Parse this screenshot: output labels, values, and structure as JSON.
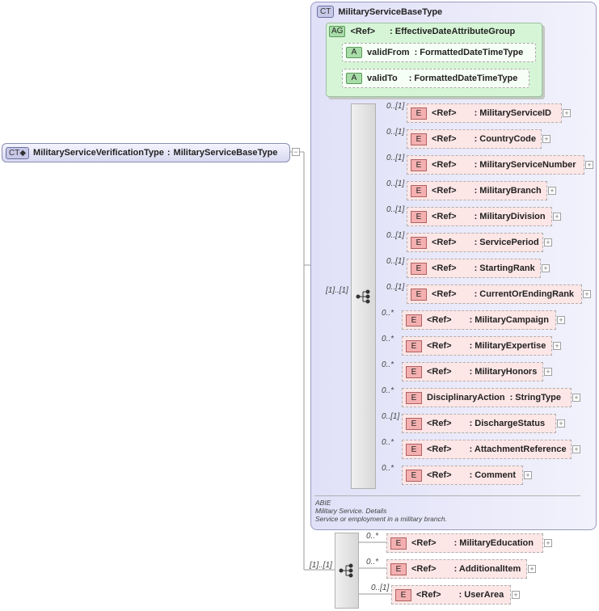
{
  "root": {
    "badge": "CT",
    "name": "MilitaryServiceVerificationType",
    "separator": ":",
    "base": "MilitaryServiceBaseType"
  },
  "base_type": {
    "badge": "CT",
    "name": "MilitaryServiceBaseType"
  },
  "attribute_group": {
    "badge": "AG",
    "ref": "<Ref>",
    "type": ": EffectiveDateAttributeGroup"
  },
  "attributes": [
    {
      "badge": "A",
      "name": "validFrom",
      "type": ": FormattedDateTimeType"
    },
    {
      "badge": "A",
      "name": "validTo",
      "type": ": FormattedDateTimeType"
    }
  ],
  "sequence1": {
    "cardinality": "[1]..[1]"
  },
  "elements1": [
    {
      "card": "0..[1]",
      "badge": "E",
      "ref": "<Ref>",
      "type": ": MilitaryServiceID"
    },
    {
      "card": "0..[1]",
      "badge": "E",
      "ref": "<Ref>",
      "type": ": CountryCode"
    },
    {
      "card": "0..[1]",
      "badge": "E",
      "ref": "<Ref>",
      "type": ": MilitaryServiceNumber"
    },
    {
      "card": "0..[1]",
      "badge": "E",
      "ref": "<Ref>",
      "type": ": MilitaryBranch"
    },
    {
      "card": "0..[1]",
      "badge": "E",
      "ref": "<Ref>",
      "type": ": MilitaryDivision"
    },
    {
      "card": "0..[1]",
      "badge": "E",
      "ref": "<Ref>",
      "type": ": ServicePeriod"
    },
    {
      "card": "0..[1]",
      "badge": "E",
      "ref": "<Ref>",
      "type": ": StartingRank"
    },
    {
      "card": "0..[1]",
      "badge": "E",
      "ref": "<Ref>",
      "type": ": CurrentOrEndingRank"
    },
    {
      "card": "0..*",
      "badge": "E",
      "ref": "<Ref>",
      "type": ": MilitaryCampaign"
    },
    {
      "card": "0..*",
      "badge": "E",
      "ref": "<Ref>",
      "type": ": MilitaryExpertise"
    },
    {
      "card": "0..*",
      "badge": "E",
      "ref": "<Ref>",
      "type": ": MilitaryHonors"
    },
    {
      "card": "0..*",
      "badge": "E",
      "ref": "DisciplinaryAction",
      "type": ": StringType"
    },
    {
      "card": "0..[1]",
      "badge": "E",
      "ref": "<Ref>",
      "type": ": DischargeStatus"
    },
    {
      "card": "0..*",
      "badge": "E",
      "ref": "<Ref>",
      "type": ": AttachmentReference"
    },
    {
      "card": "0..*",
      "badge": "E",
      "ref": "<Ref>",
      "type": ": Comment"
    }
  ],
  "note": {
    "title": "ABIE",
    "line1": "Military Service. Details",
    "line2": "Service or employment in a military branch."
  },
  "sequence2": {
    "cardinality": "[1]..[1]"
  },
  "elements2": [
    {
      "card": "0..*",
      "badge": "E",
      "ref": "<Ref>",
      "type": ": MilitaryEducation"
    },
    {
      "card": "0..*",
      "badge": "E",
      "ref": "<Ref>",
      "type": ": AdditionalItem"
    },
    {
      "card": "0..[1]",
      "badge": "E",
      "ref": "<Ref>",
      "type": ": UserArea"
    }
  ],
  "plus_glyph": "+"
}
